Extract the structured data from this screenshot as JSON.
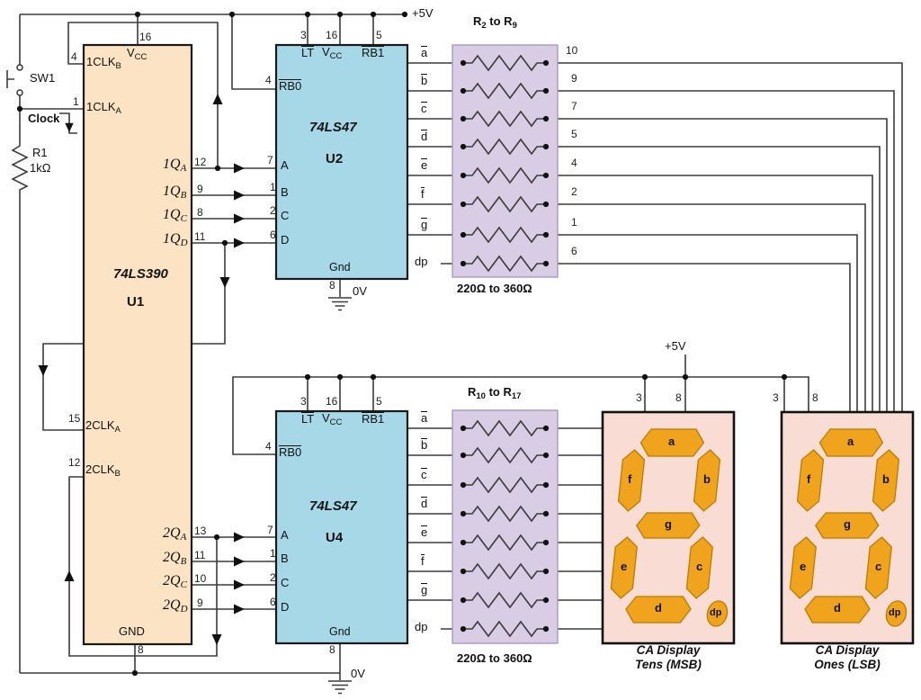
{
  "colors": {
    "u1_fill": "#fbe3c4",
    "decoder_fill": "#a6d8e8",
    "network_fill": "#d8cde4",
    "network_stroke": "#a394be",
    "display_fill": "#f9dcd4",
    "segment_fill": "#f0a41e",
    "segment_stroke": "#b87c00",
    "wire": "#3c3c3c",
    "chip_stroke": "#1a1a1a"
  },
  "power": {
    "rail_top_label": "+5V",
    "rail_bottom_label": "+5V"
  },
  "input": {
    "switch_ref": "SW1",
    "clock_label": "Clock",
    "resistor_ref": "R1",
    "resistor_value": "1kΩ"
  },
  "u1": {
    "part": "74LS390",
    "ref": "U1",
    "vcc": {
      "num": "16",
      "name": "V",
      "sub": "CC"
    },
    "gnd": {
      "num": "8",
      "name": "GND"
    },
    "clk1b": {
      "num": "4",
      "name": "1CLK",
      "sub": "B"
    },
    "clk1a": {
      "num": "1",
      "name": "1CLK",
      "sub": "A"
    },
    "q1a": {
      "num": "12",
      "name": "1Q",
      "sub": "A"
    },
    "q1b": {
      "num": "9",
      "name": "1Q",
      "sub": "B"
    },
    "q1c": {
      "num": "8",
      "name": "1Q",
      "sub": "C"
    },
    "q1d": {
      "num": "11",
      "name": "1Q",
      "sub": "D"
    },
    "clk2a": {
      "num": "15",
      "name": "2CLK",
      "sub": "A"
    },
    "clk2b": {
      "num": "12",
      "name": "2CLK",
      "sub": "B"
    },
    "q2a": {
      "num": "13",
      "name": "2Q",
      "sub": "A"
    },
    "q2b": {
      "num": "11",
      "name": "2Q",
      "sub": "B"
    },
    "q2c": {
      "num": "10",
      "name": "2Q",
      "sub": "C"
    },
    "q2d": {
      "num": "9",
      "name": "2Q",
      "sub": "D"
    }
  },
  "u2": {
    "part": "74LS47",
    "ref": "U2",
    "lt": {
      "num": "3",
      "name": "LT"
    },
    "vcc": {
      "num": "16",
      "name": "V",
      "sub": "CC"
    },
    "rb1": {
      "num": "5",
      "name": "RB1"
    },
    "rb0": {
      "num": "4",
      "name": "RB0"
    },
    "in_a": {
      "num": "7",
      "name": "A"
    },
    "in_b": {
      "num": "1",
      "name": "B"
    },
    "in_c": {
      "num": "2",
      "name": "C"
    },
    "in_d": {
      "num": "6",
      "name": "D"
    },
    "gnd": {
      "num": "8",
      "name": "Gnd"
    },
    "zero_label": "0V"
  },
  "u4": {
    "part": "74LS47",
    "ref": "U4",
    "lt": {
      "num": "3",
      "name": "LT"
    },
    "vcc": {
      "num": "16",
      "name": "V",
      "sub": "CC"
    },
    "rb1": {
      "num": "5",
      "name": "RB1"
    },
    "rb0": {
      "num": "4",
      "name": "RB0"
    },
    "in_a": {
      "num": "7",
      "name": "A"
    },
    "in_b": {
      "num": "1",
      "name": "B"
    },
    "in_c": {
      "num": "2",
      "name": "C"
    },
    "in_d": {
      "num": "6",
      "name": "D"
    },
    "gnd": {
      "num": "8",
      "name": "Gnd"
    },
    "zero_label": "0V"
  },
  "network1": {
    "title_prefix": "R",
    "title_from_sub": "2",
    "title_mid": " to R",
    "title_to_sub": "9",
    "value_range": "220Ω to 360Ω"
  },
  "network2": {
    "title_prefix": "R",
    "title_from_sub": "10",
    "title_mid": " to R",
    "title_to_sub": "17",
    "value_range": "220Ω to 360Ω"
  },
  "upper_outputs": {
    "segments": [
      "a",
      "b",
      "c",
      "d",
      "e",
      "f",
      "g"
    ],
    "dp_label": "dp",
    "wire_pins": [
      "10",
      "9",
      "7",
      "5",
      "4",
      "2",
      "1",
      "6"
    ]
  },
  "lower_outputs": {
    "segments": [
      "a",
      "b",
      "c",
      "d",
      "e",
      "f",
      "g"
    ],
    "dp_label": "dp"
  },
  "display_tens": {
    "pin3": "3",
    "pin8": "8",
    "segments": {
      "a": "a",
      "b": "b",
      "c": "c",
      "d": "d",
      "e": "e",
      "f": "f",
      "g": "g",
      "dp": "dp"
    },
    "caption_line1": "CA Display",
    "caption_line2": "Tens (MSB)"
  },
  "display_ones": {
    "pin3": "3",
    "pin8": "8",
    "segments": {
      "a": "a",
      "b": "b",
      "c": "c",
      "d": "d",
      "e": "e",
      "f": "f",
      "g": "g",
      "dp": "dp"
    },
    "caption_line1": "CA Display",
    "caption_line2": "Ones (LSB)"
  }
}
